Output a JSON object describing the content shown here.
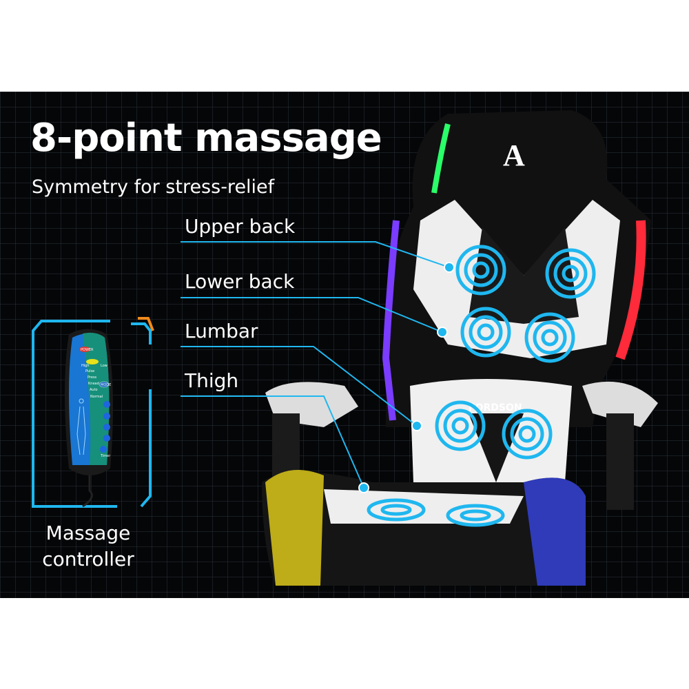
{
  "headline": "8-point massage",
  "subtitle": "Symmetry for stress-relief",
  "zones": [
    {
      "label": "Upper back"
    },
    {
      "label": "Lower back"
    },
    {
      "label": "Lumbar"
    },
    {
      "label": "Thigh"
    }
  ],
  "controller": {
    "caption_line1": "Massage",
    "caption_line2": "controller",
    "buttons": {
      "power": "POWER",
      "mode": "MODE",
      "high": "High",
      "low": "Low",
      "timer": "Timer"
    },
    "modes": [
      "Pulse",
      "Press",
      "Knead",
      "Auto",
      "Normal"
    ]
  },
  "brand": {
    "logo_text": "FORDSON"
  },
  "colors": {
    "accent": "#1fb7ef",
    "background": "#050608"
  }
}
